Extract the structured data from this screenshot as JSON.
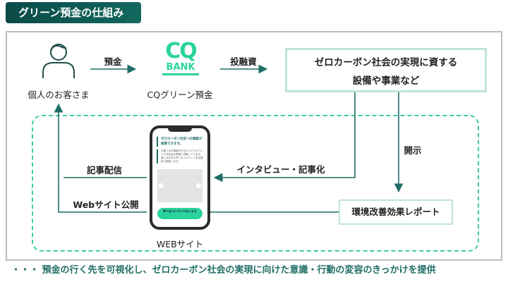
{
  "title": "グリーン預金の仕組み",
  "customer": {
    "label": "個人のお客さま",
    "icon": "person-icon"
  },
  "deposit_label": "預金",
  "bank": {
    "logo_top": "CQ",
    "logo_bottom": "BANK",
    "label": "CQグリーン預金"
  },
  "invest_label": "投融資",
  "target": {
    "line1": "ゼロカーボン社会の実現に資する",
    "line2": "設備や事業など"
  },
  "disclose_label": "開示",
  "report_label": "環境改善効果レポート",
  "interview_label": "インタビュー・記事化",
  "article_label": "記事配信",
  "web_publish_label": "Webサイト公開",
  "website": {
    "label": "WEBサイト",
    "phone_title": "ゼロカーボン社会への貢献が実感できます。",
    "phone_body": "お客さまの預金がどのようにサステナブルな社会の実現に貢献しているか、楽しみながら学べるコンテンツを定期的に配信します。",
    "phone_button": "学べるコンテンツはこちら"
  },
  "summary": "・・・ 預金の行く先を可視化し、ゼロカーボン社会の実現に向けた意識・行動の変容のきっかけを提供",
  "colors": {
    "header": "#0b4a47",
    "line": "#1f6e66",
    "accent": "#2ad39b",
    "box_border": "#bfe3db"
  }
}
